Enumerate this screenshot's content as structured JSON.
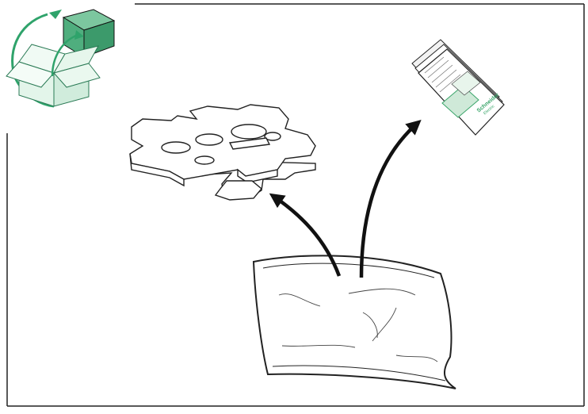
{
  "diagram": {
    "icon": "unpacking-box-icon",
    "items": [
      {
        "name": "mounting-plate",
        "icon": "mounting-plate-icon"
      },
      {
        "name": "instruction-booklet",
        "icon": "instruction-booklet-icon"
      },
      {
        "name": "packaging-bag",
        "icon": "plastic-bag-icon"
      }
    ],
    "booklet_brand": "Schneider",
    "booklet_brand_sub": "Electric"
  },
  "colors": {
    "accent_green": "#2fa36b",
    "box_dark": "#4fae7e",
    "box_light": "#d7f0e3",
    "booklet_green": "#3aa56a",
    "line": "#111111"
  }
}
